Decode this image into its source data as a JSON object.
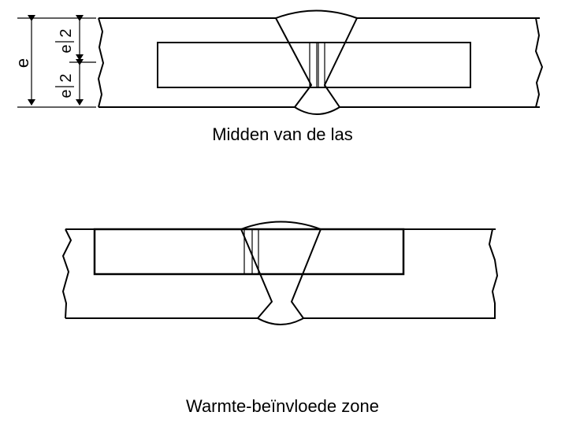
{
  "top_figure": {
    "caption": "Midden van de las",
    "dim_full": "e",
    "dim_half_upper_num": "e",
    "dim_half_upper_den": "2",
    "dim_half_lower_num": "e",
    "dim_half_lower_den": "2"
  },
  "bottom_figure": {
    "caption": "Warmte-beïnvloede zone"
  }
}
